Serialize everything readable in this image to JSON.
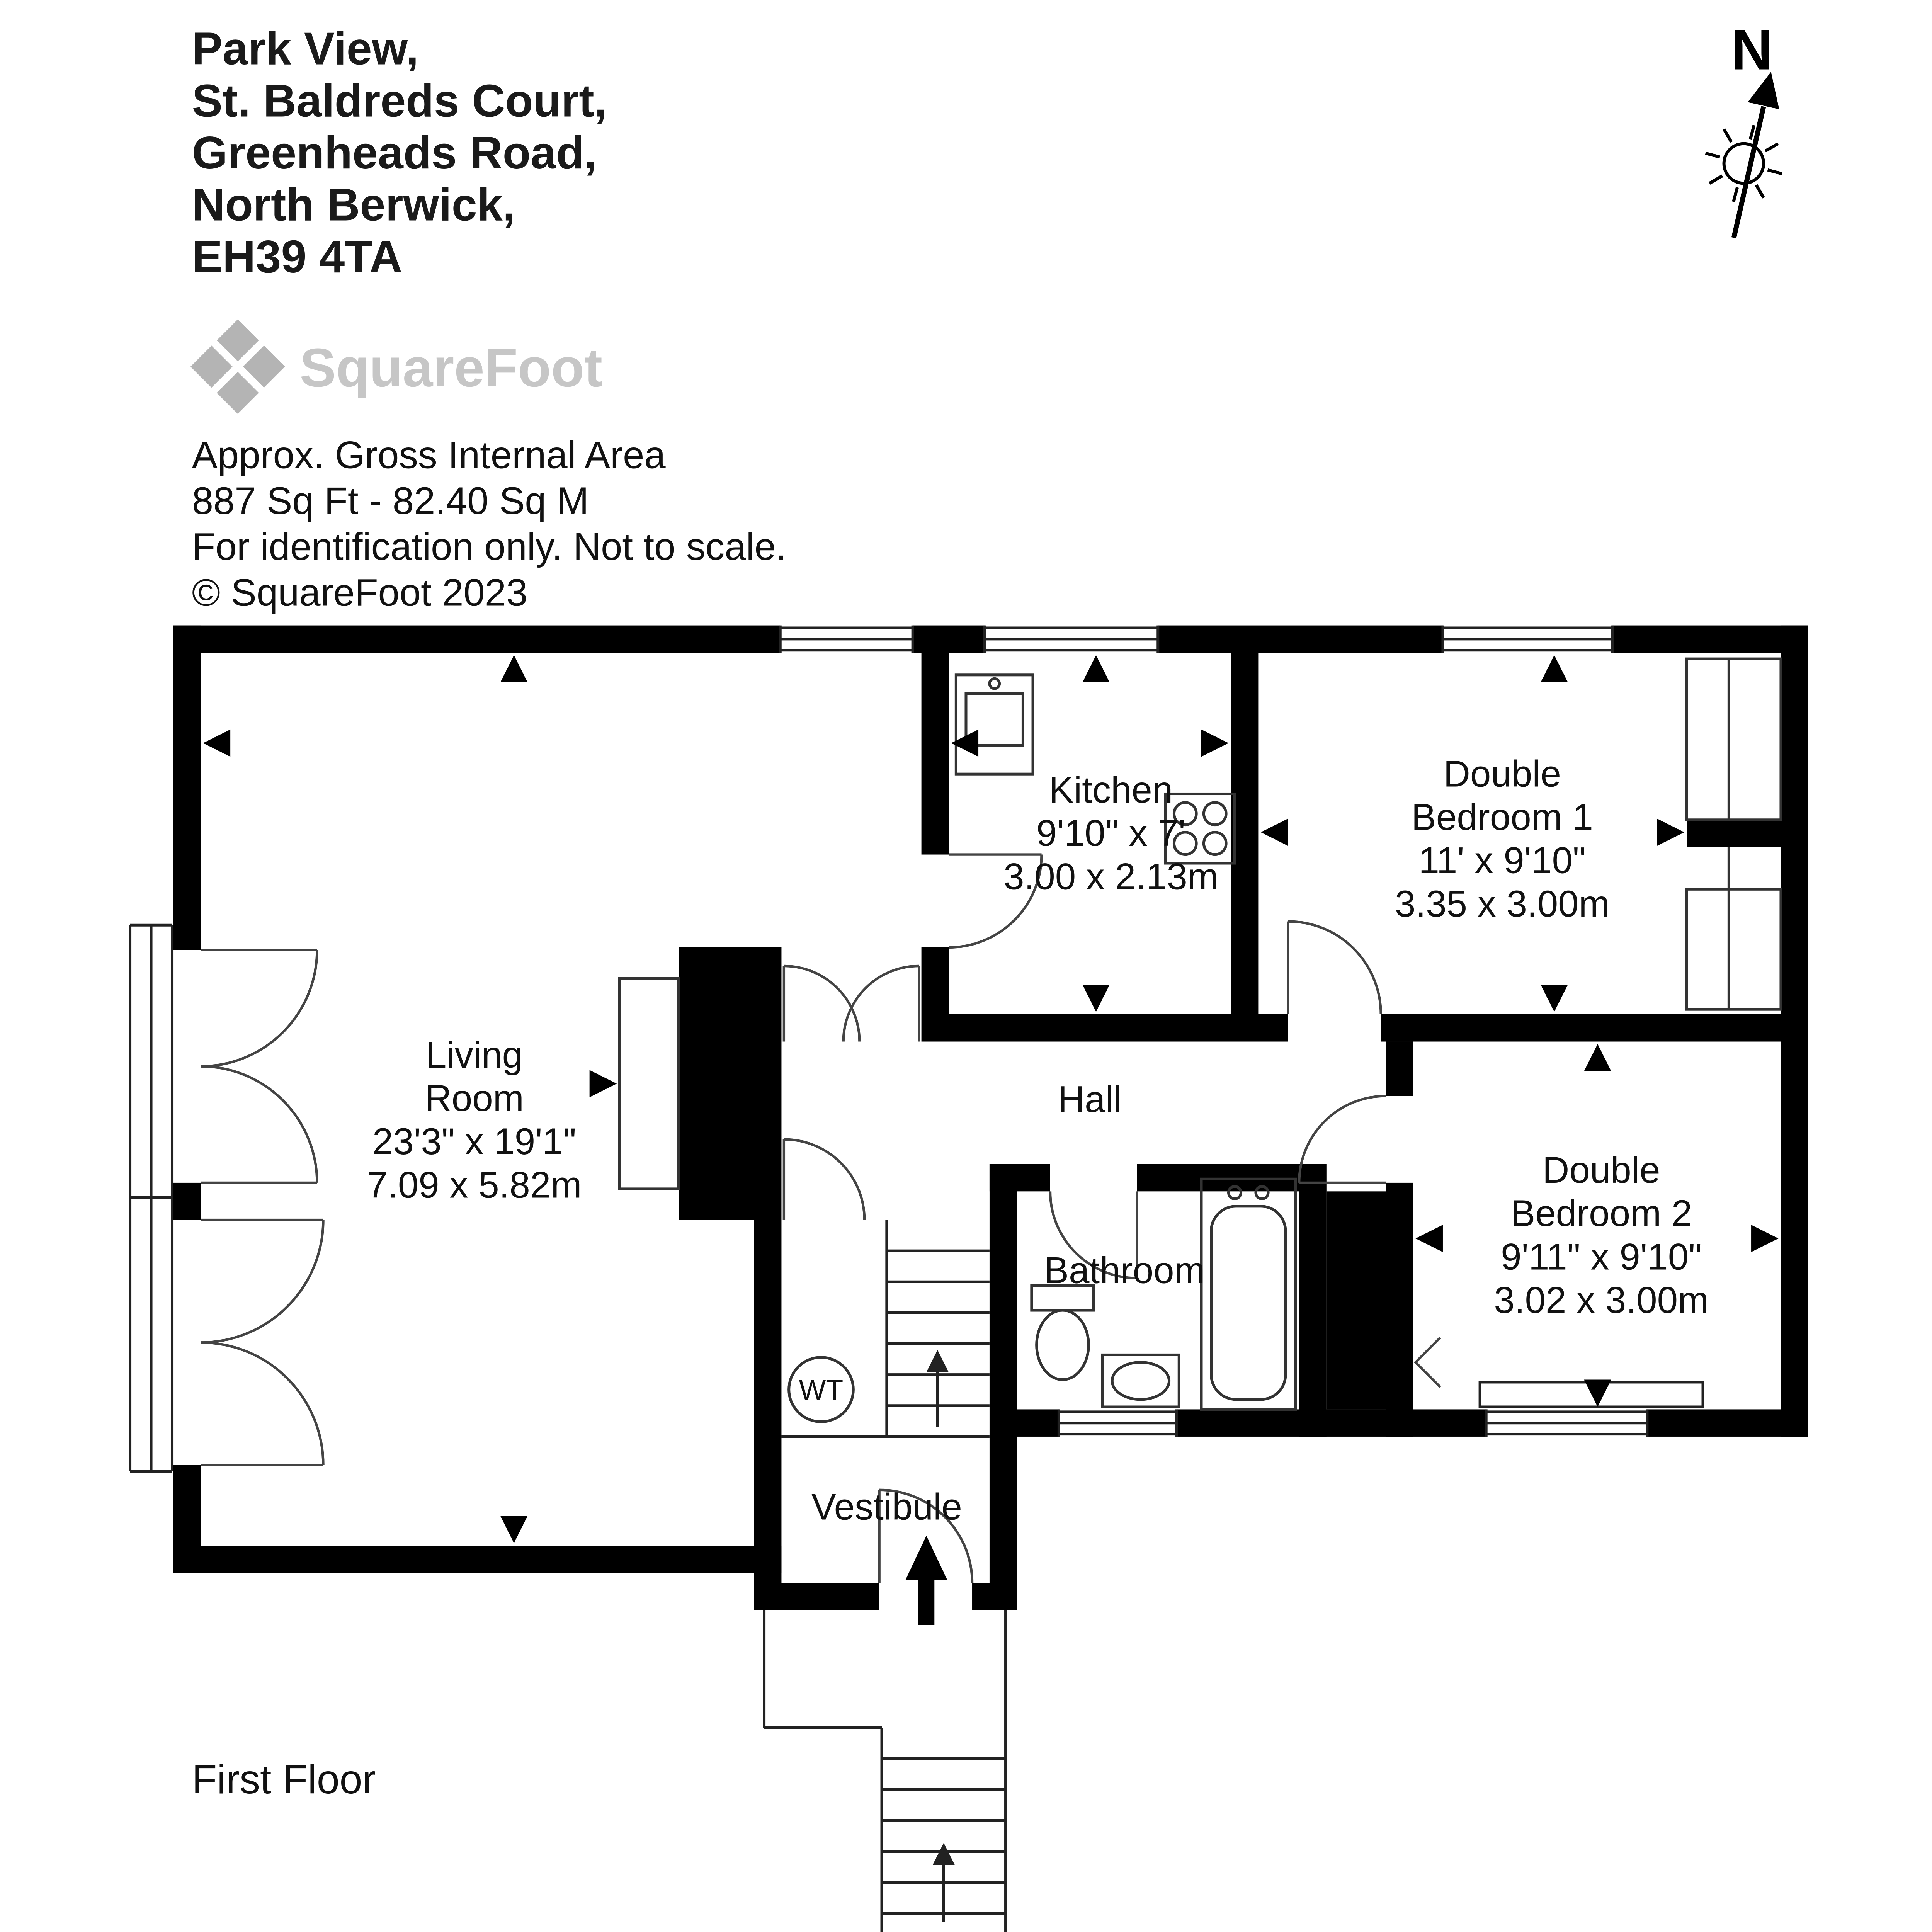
{
  "header": {
    "address_lines": [
      "Park View,",
      "St. Baldreds Court,",
      "Greenheads Road,",
      "North Berwick,",
      "EH39 4TA"
    ],
    "logo_text": "SquareFoot",
    "area_line1": "Approx. Gross Internal Area",
    "area_line2": "887 Sq Ft  -  82.40 Sq M",
    "disclaimer": "For identification only. Not to scale.",
    "copyright": "© SquareFoot 2023"
  },
  "compass": {
    "label": "N"
  },
  "floor_label": "First Floor",
  "rooms": {
    "living_room": {
      "lines": [
        "Living",
        "Room",
        "23'3\" x 19'1\"",
        "7.09 x 5.82m"
      ]
    },
    "kitchen": {
      "lines": [
        "Kitchen",
        "9'10\" x 7'",
        "3.00 x 2.13m"
      ]
    },
    "bedroom1": {
      "lines": [
        "Double",
        "Bedroom 1",
        "11' x 9'10\"",
        "3.35 x 3.00m"
      ]
    },
    "bedroom2": {
      "lines": [
        "Double",
        "Bedroom 2",
        "9'11\" x 9'10\"",
        "3.02 x 3.00m"
      ]
    },
    "hall": {
      "lines": [
        "Hall"
      ]
    },
    "bathroom": {
      "lines": [
        "Bathroom"
      ]
    },
    "vestibule": {
      "lines": [
        "Vestibule"
      ]
    },
    "water_tank": {
      "lines": [
        "WT"
      ]
    }
  },
  "colors": {
    "walls": "#000000",
    "logo_gray": "#c2c2c2"
  }
}
